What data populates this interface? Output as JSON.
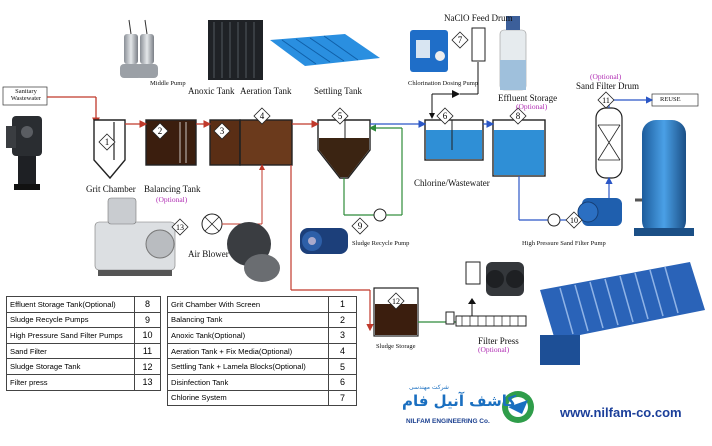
{
  "labels": {
    "sanitary_wastewater": [
      "Sanitary",
      "Wastewater"
    ],
    "middle_pump": "Middle Pump",
    "anoxic_tank": "Anoxic Tank",
    "aeration_tank": "Aeration Tank",
    "settling_tank": "Settling Tank",
    "naclo_feed_drum": "NaClO Feed Drum",
    "chlorination_dosing_pump": "Chlorination Dosing Pump",
    "effluent_storage": "Effluent Storage",
    "optional": "(Optional)",
    "sand_filter_drum": "Sand Filter Drum",
    "reuse": "REUSE",
    "grit_chamber": "Grit Chamber",
    "balancing_tank": "Balancing Tank",
    "chlorine_wastewater": "Chlorine/Wastewater",
    "sludge_recycle_pump": "Sludge Recycle Pump",
    "high_pressure_sand_filter_pump": "High Pressure Sand Filter Pump",
    "air_blower": "Air Blower",
    "sludge_storage": "Sludge Storage",
    "filter_press": "Filter Press"
  },
  "unit_numbers": [
    "1",
    "2",
    "3",
    "4",
    "5",
    "6",
    "7",
    "8",
    "9",
    "10",
    "11",
    "12",
    "13"
  ],
  "legend_left": [
    {
      "name": "Effluent Storage Tank(Optional)",
      "num": "8"
    },
    {
      "name": "Sludge Recycle Pumps",
      "num": "9"
    },
    {
      "name": "High Pressure Sand Filter Pumps",
      "num": "10"
    },
    {
      "name": "Sand Filter",
      "num": "11"
    },
    {
      "name": "Sludge Storage Tank",
      "num": "12"
    },
    {
      "name": "Filter press",
      "num": "13"
    }
  ],
  "legend_right": [
    {
      "name": "Grit Chamber With Screen",
      "num": "1"
    },
    {
      "name": "Balancing Tank",
      "num": "2"
    },
    {
      "name": "Anoxic Tank(Optional)",
      "num": "3"
    },
    {
      "name": "Aeration Tank + Fix Media(Optional)",
      "num": "4"
    },
    {
      "name": "Settling Tank + Lamela Blocks(Optional)",
      "num": "5"
    },
    {
      "name": "Disinfection Tank",
      "num": "6"
    },
    {
      "name": "Chlorine System",
      "num": "7"
    }
  ],
  "logo": {
    "persian_name": "کاشف آنیل فام",
    "persian_small": "شرکت مهندسی",
    "english_name": "NILFAM ENGINEERING Co."
  },
  "website": "www.nilfam-co.com",
  "colors": {
    "wastewater_line": "#c0392b",
    "clean_line": "#2a56c6",
    "sludge_line": "#2e8b3a",
    "water_fill": "#2f8fd6",
    "aeration_fill": "#6b3a1c",
    "media_blue": "#2a8fe0",
    "opt_magenta": "#b02cb3"
  }
}
